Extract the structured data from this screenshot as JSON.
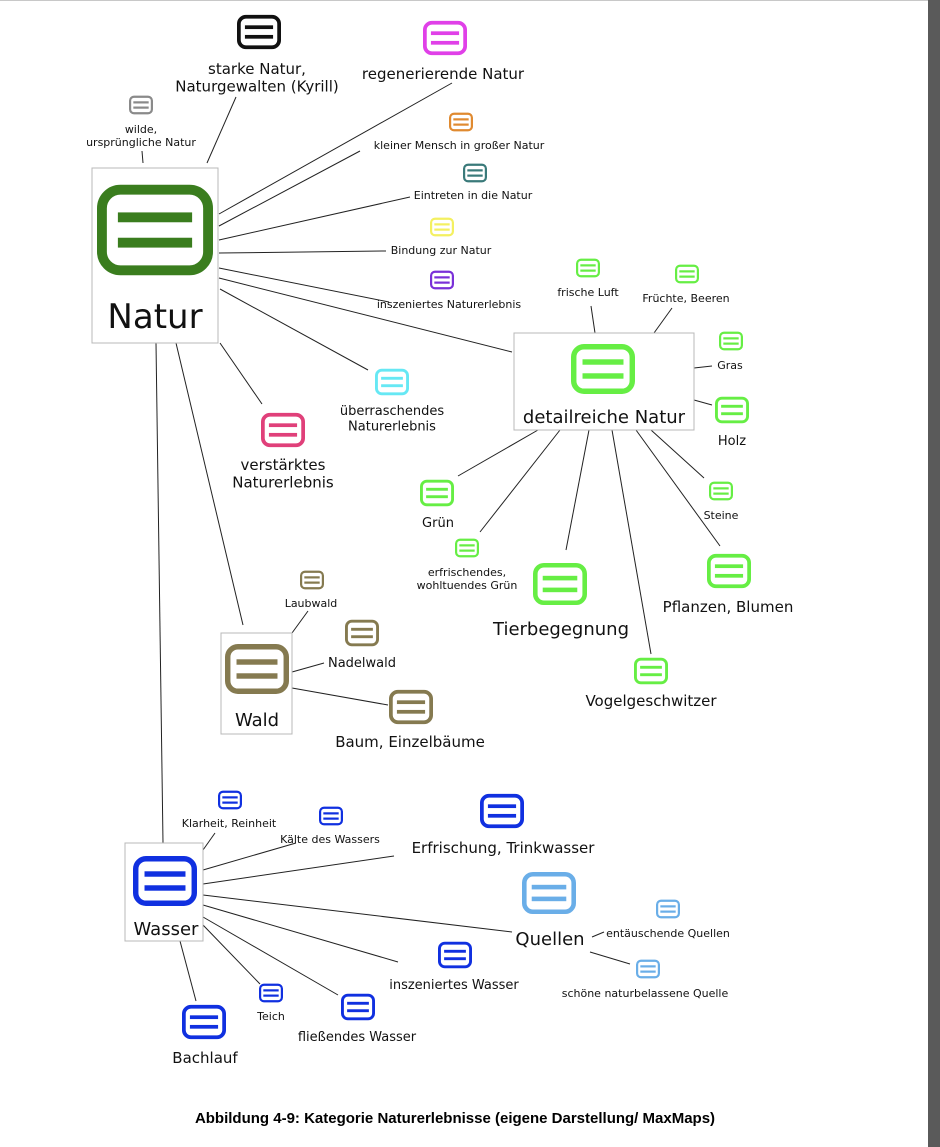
{
  "caption": "Abbildung 4-9: Kategorie Naturerlebnisse (eigene Darstellung/ MaxMaps)",
  "colors": {
    "natur": "#3a7d1e",
    "black": "#111111",
    "magenta": "#e040e8",
    "gray": "#8a8a8a",
    "orange": "#e08a30",
    "teal": "#3a7a7a",
    "yellow": "#f4f060",
    "purple": "#7a30d8",
    "lightgreen": "#66ee44",
    "cyan": "#66e8f4",
    "pink": "#e0407a",
    "olive": "#857a50",
    "blue": "#1030e0",
    "lightblue": "#6aaee8"
  },
  "nodes": [
    {
      "id": "natur",
      "label": "Natur",
      "color": "natur"
    },
    {
      "id": "starke",
      "label": "starke Natur,\nNaturgewalten (Kyrill)",
      "color": "black"
    },
    {
      "id": "regen",
      "label": "regenerierende Natur",
      "color": "magenta"
    },
    {
      "id": "wilde",
      "label": "wilde,\nursprüngliche Natur",
      "color": "gray"
    },
    {
      "id": "kleiner",
      "label": "kleiner Mensch in großer Natur",
      "color": "orange"
    },
    {
      "id": "eintreten",
      "label": "Eintreten in die Natur",
      "color": "teal"
    },
    {
      "id": "bindung",
      "label": "Bindung zur Natur",
      "color": "yellow"
    },
    {
      "id": "insz",
      "label": "inszeniertes Naturerlebnis",
      "color": "purple"
    },
    {
      "id": "ueber",
      "label": "überraschendes\nNaturerlebnis",
      "color": "cyan"
    },
    {
      "id": "verst",
      "label": "verstärktes\nNaturerlebnis",
      "color": "pink"
    },
    {
      "id": "detail",
      "label": "detailreiche Natur",
      "color": "lightgreen"
    },
    {
      "id": "frische",
      "label": "frische Luft",
      "color": "lightgreen"
    },
    {
      "id": "fruechte",
      "label": "Früchte, Beeren",
      "color": "lightgreen"
    },
    {
      "id": "gras",
      "label": "Gras",
      "color": "lightgreen"
    },
    {
      "id": "holz",
      "label": "Holz",
      "color": "lightgreen"
    },
    {
      "id": "steine",
      "label": "Steine",
      "color": "lightgreen"
    },
    {
      "id": "pflanzen",
      "label": "Pflanzen, Blumen",
      "color": "lightgreen"
    },
    {
      "id": "vogel",
      "label": "Vogelgeschwitzer",
      "color": "lightgreen"
    },
    {
      "id": "tier",
      "label": "Tierbegegnung",
      "color": "lightgreen"
    },
    {
      "id": "erfr",
      "label": "erfrischendes,\nwohltuendes Grün",
      "color": "lightgreen"
    },
    {
      "id": "gruen",
      "label": "Grün",
      "color": "lightgreen"
    },
    {
      "id": "wald",
      "label": "Wald",
      "color": "olive"
    },
    {
      "id": "laub",
      "label": "Laubwald",
      "color": "olive"
    },
    {
      "id": "nadel",
      "label": "Nadelwald",
      "color": "olive"
    },
    {
      "id": "baum",
      "label": "Baum, Einzelbäume",
      "color": "olive"
    },
    {
      "id": "wasser",
      "label": "Wasser",
      "color": "blue"
    },
    {
      "id": "klar",
      "label": "Klarheit, Reinheit",
      "color": "blue"
    },
    {
      "id": "kaelte",
      "label": "Kälte des Wassers",
      "color": "blue"
    },
    {
      "id": "erfrisch",
      "label": "Erfrischung, Trinkwasser",
      "color": "blue"
    },
    {
      "id": "quellen",
      "label": "Quellen",
      "color": "lightblue"
    },
    {
      "id": "entt",
      "label": "entäuschende Quellen",
      "color": "lightblue"
    },
    {
      "id": "schoene",
      "label": "schöne naturbelassene Quelle",
      "color": "lightblue"
    },
    {
      "id": "inszw",
      "label": "inszeniertes Wasser",
      "color": "blue"
    },
    {
      "id": "fliess",
      "label": "fließendes Wasser",
      "color": "blue"
    },
    {
      "id": "teich",
      "label": "Teich",
      "color": "blue"
    },
    {
      "id": "bach",
      "label": "Bachlauf",
      "color": "blue"
    }
  ],
  "edges": [
    [
      "natur",
      "starke"
    ],
    [
      "natur",
      "regen"
    ],
    [
      "natur",
      "wilde"
    ],
    [
      "natur",
      "kleiner"
    ],
    [
      "natur",
      "eintreten"
    ],
    [
      "natur",
      "bindung"
    ],
    [
      "natur",
      "insz"
    ],
    [
      "natur",
      "detail"
    ],
    [
      "natur",
      "ueber"
    ],
    [
      "natur",
      "verst"
    ],
    [
      "natur",
      "wald"
    ],
    [
      "natur",
      "wasser"
    ],
    [
      "detail",
      "frische"
    ],
    [
      "detail",
      "fruechte"
    ],
    [
      "detail",
      "gras"
    ],
    [
      "detail",
      "holz"
    ],
    [
      "detail",
      "steine"
    ],
    [
      "detail",
      "pflanzen"
    ],
    [
      "detail",
      "vogel"
    ],
    [
      "detail",
      "tier"
    ],
    [
      "detail",
      "erfr"
    ],
    [
      "detail",
      "gruen"
    ],
    [
      "wald",
      "laub"
    ],
    [
      "wald",
      "nadel"
    ],
    [
      "wald",
      "baum"
    ],
    [
      "wasser",
      "klar"
    ],
    [
      "wasser",
      "kaelte"
    ],
    [
      "wasser",
      "erfrisch"
    ],
    [
      "wasser",
      "quellen"
    ],
    [
      "wasser",
      "inszw"
    ],
    [
      "wasser",
      "fliess"
    ],
    [
      "wasser",
      "teich"
    ],
    [
      "wasser",
      "bach"
    ],
    [
      "quellen",
      "entt"
    ],
    [
      "quellen",
      "schoene"
    ]
  ]
}
